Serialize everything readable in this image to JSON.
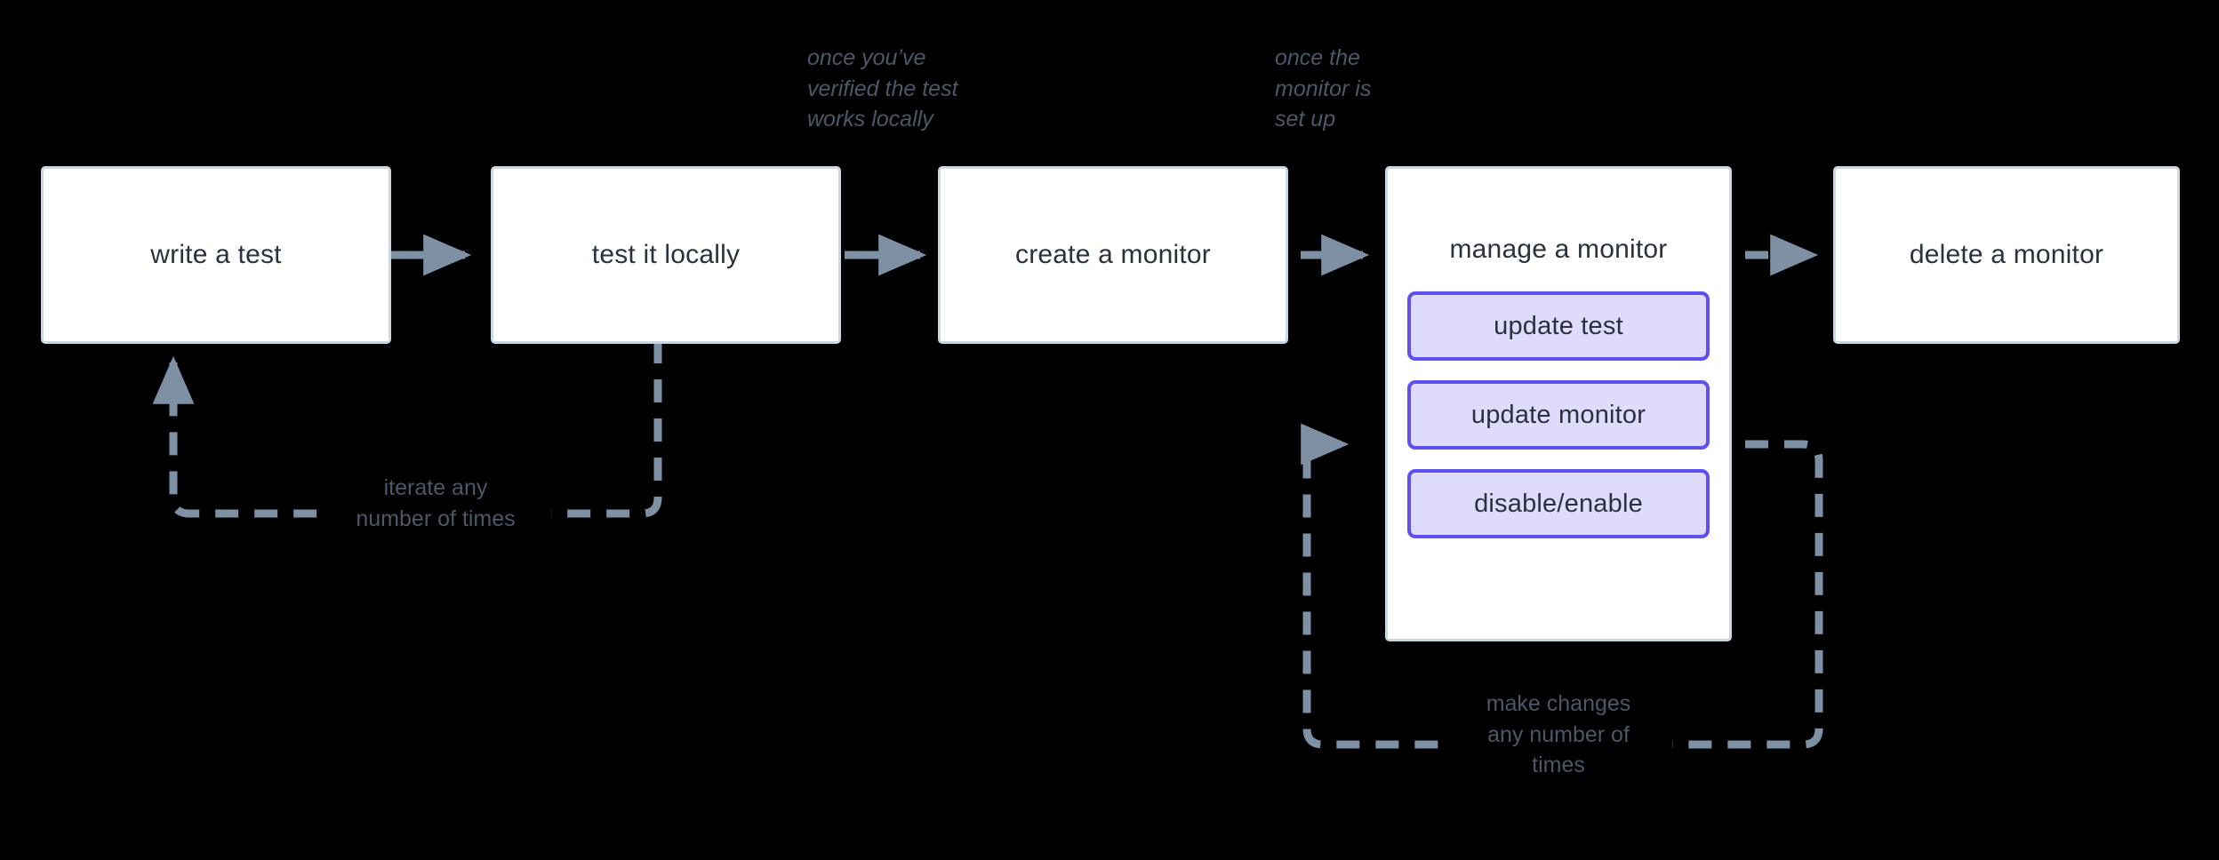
{
  "diagram": {
    "title": "synthetic monitor lifecycle flow",
    "background_color": "#000000",
    "node_fill": "#ffffff",
    "node_border_color": "#ccd8e2",
    "node_text_color": "#29323d",
    "accent_fill": "#dedbfd",
    "accent_border_color": "#5f50f0",
    "connector_color": "#7d90a4",
    "label_color": "#4a5867"
  },
  "nodes": [
    {
      "id": "write-a-test",
      "label": "write a test"
    },
    {
      "id": "test-it-locally",
      "label": "test it locally"
    },
    {
      "id": "create-a-monitor",
      "label": "create a monitor"
    },
    {
      "id": "delete-a-monitor",
      "label": "delete a monitor"
    }
  ],
  "group": {
    "id": "manage-a-monitor",
    "title": "manage a monitor",
    "items": [
      {
        "id": "update-test",
        "label": "update test"
      },
      {
        "id": "update-monitor",
        "label": "update monitor"
      },
      {
        "id": "disable-enable",
        "label": "disable/enable"
      }
    ]
  },
  "edge_labels": [
    {
      "id": "verified-locally",
      "text": "once you’ve\nverified the test\nworks locally",
      "style": "italic"
    },
    {
      "id": "monitor-set-up",
      "text": "once the\nmonitor is\nset up",
      "style": "italic"
    },
    {
      "id": "iterate-loop",
      "text": "iterate any\nnumber of times",
      "style": "plain"
    },
    {
      "id": "make-changes-loop",
      "text": "make changes\nany number of\ntimes",
      "style": "plain"
    }
  ],
  "connectors": [
    {
      "id": "write-to-test",
      "kind": "solid",
      "from": "write-a-test",
      "to": "test-it-locally"
    },
    {
      "id": "test-to-create",
      "kind": "solid",
      "from": "test-it-locally",
      "to": "create-a-monitor"
    },
    {
      "id": "create-to-manage",
      "kind": "solid",
      "from": "create-a-monitor",
      "to": "manage-a-monitor"
    },
    {
      "id": "manage-to-delete",
      "kind": "dashed",
      "from": "manage-a-monitor",
      "to": "delete-a-monitor"
    },
    {
      "id": "iterate-feedback",
      "kind": "dashed",
      "from": "test-it-locally",
      "to": "write-a-test"
    },
    {
      "id": "make-changes-feedback",
      "kind": "dashed",
      "from": "manage-a-monitor",
      "to": "update-monitor"
    }
  ]
}
